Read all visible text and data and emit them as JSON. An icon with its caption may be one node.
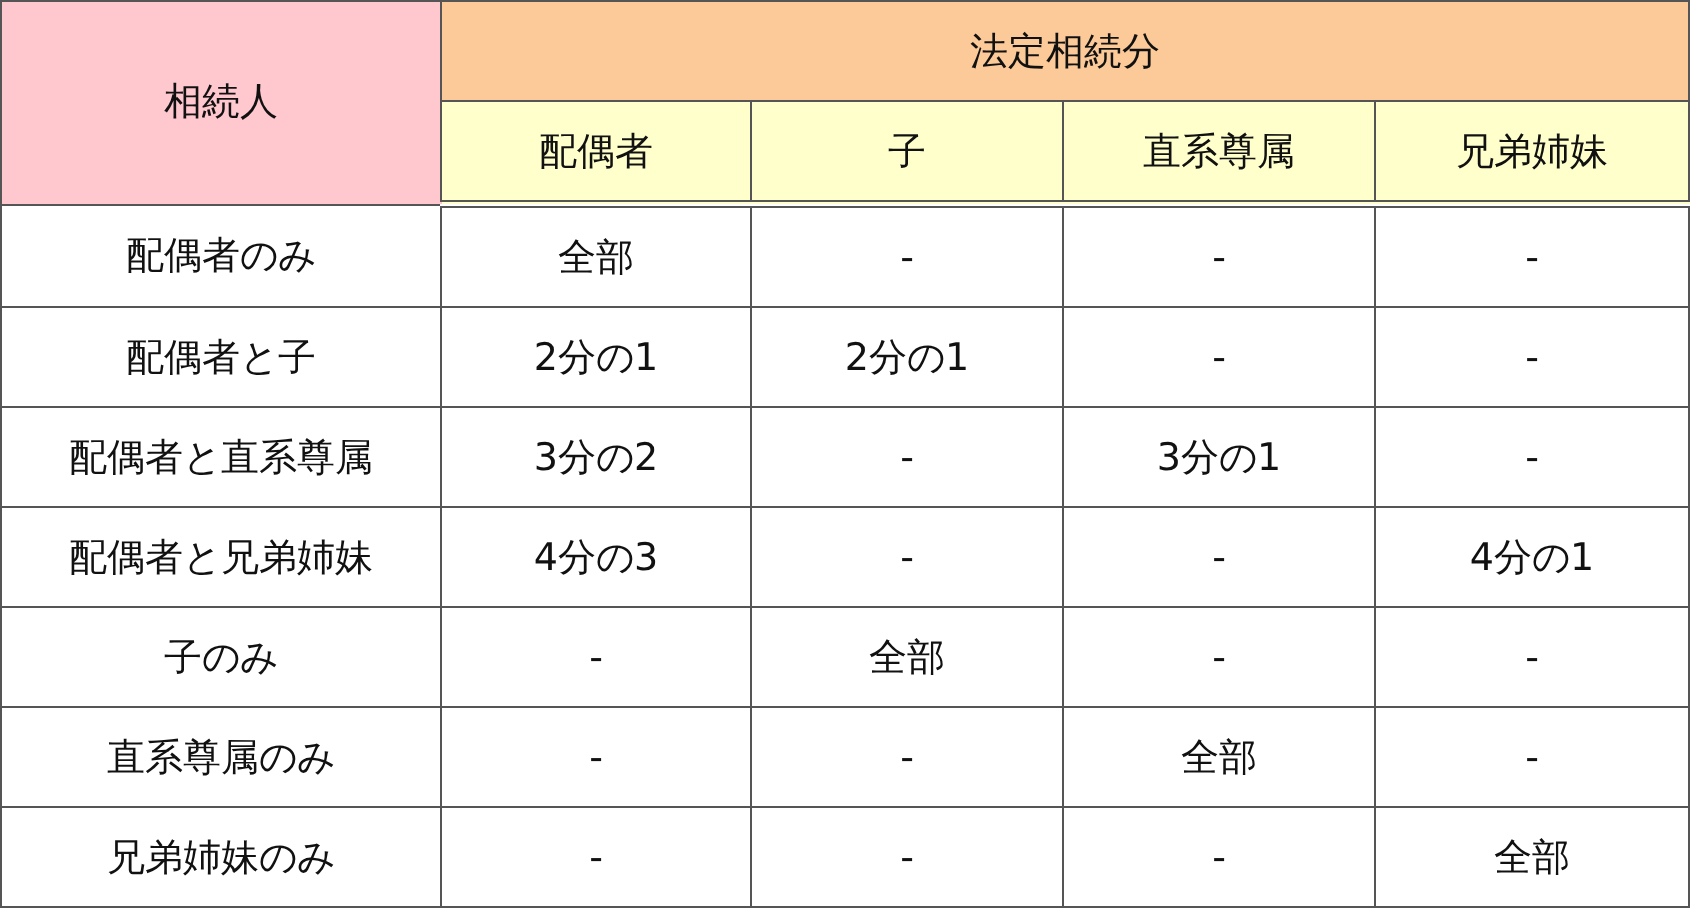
{
  "diagram": {
    "labels": [
      "相続人",
      "法定相続分",
      "配偶者",
      "子",
      "直系尊属",
      "兄弟姉妹",
      "配偶者のみ",
      "全部",
      "-",
      "-",
      "-",
      "配偶者と子",
      "2分の1",
      "2分の1",
      "-",
      "-",
      "配偶者と直系尊属",
      "3分の2",
      "-",
      "3分の1",
      "-",
      "配偶者と兄弟姉妹",
      "4分の3",
      "-",
      "-",
      "4分の1",
      "子のみ",
      "-",
      "全部",
      "-",
      "-",
      "直系尊属のみ",
      "-",
      "-",
      "全部",
      "-",
      "兄弟姉妹のみ",
      "-",
      "-",
      "-",
      "全部"
    ]
  }
}
